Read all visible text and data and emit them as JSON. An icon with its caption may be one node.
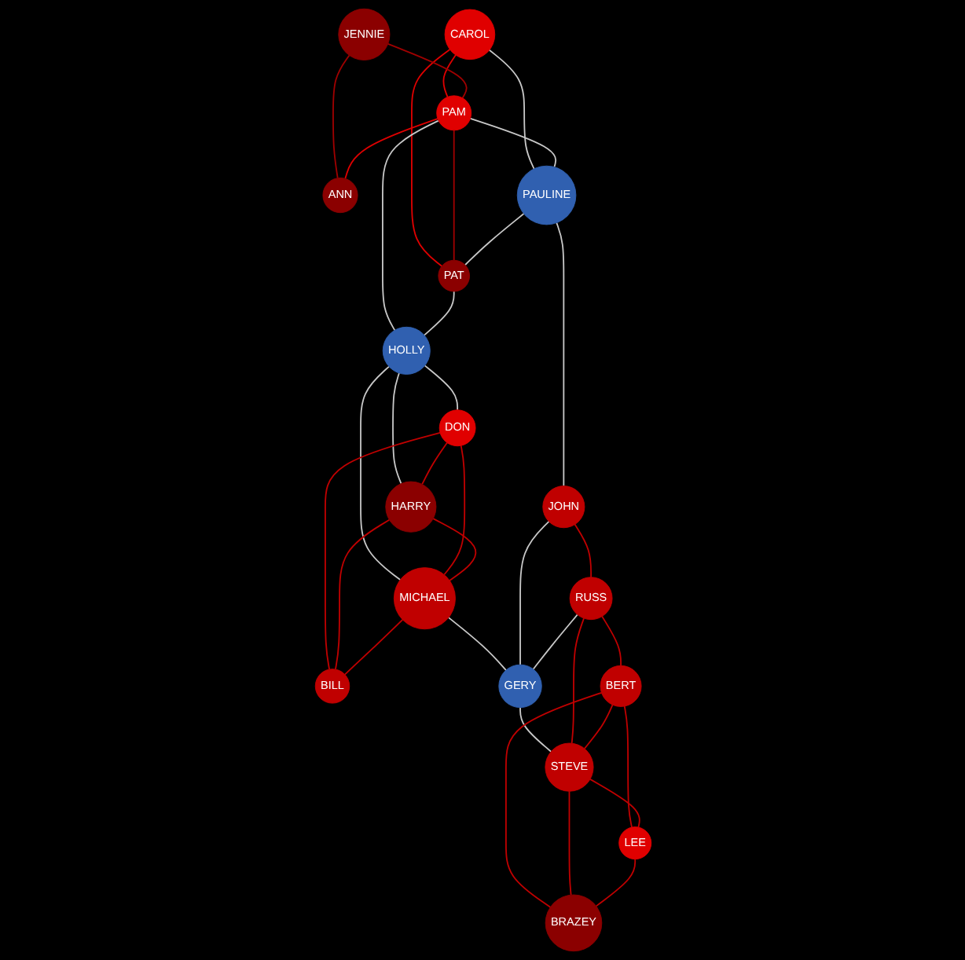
{
  "diagram": {
    "nodes": [
      {
        "text": [
          "CAROL"
        ]
      },
      {
        "text": [
          "JENNIE"
        ]
      },
      {
        "text": [
          "PAM"
        ]
      },
      {
        "text": [
          "ANN"
        ]
      },
      {
        "text": [
          "PAULINE"
        ]
      },
      {
        "text": [
          "PAT"
        ]
      },
      {
        "text": [
          "HOLLY"
        ]
      },
      {
        "text": [
          "DON"
        ]
      },
      {
        "text": [
          "JOHN"
        ]
      },
      {
        "text": [
          "HARRY"
        ]
      },
      {
        "text": [
          "MICHAEL"
        ]
      },
      {
        "text": [
          "BILL"
        ]
      },
      {
        "text": [
          "GERY"
        ]
      },
      {
        "text": [
          "RUSS"
        ]
      },
      {
        "text": [
          "STEVE"
        ]
      },
      {
        "text": [
          "BERT"
        ]
      },
      {
        "text": [
          "LEE"
        ]
      },
      {
        "text": [
          "BRAZEY"
        ]
      }
    ],
    "edges": [
      {
        "from": 0,
        "to": 2,
        "arrow": "none",
        "color": "#e00000"
      },
      {
        "from": 0,
        "to": 5,
        "arrow": "none",
        "color": "#e00000"
      },
      {
        "from": 0,
        "to": 4,
        "arrow": "none",
        "color": "#c8c8c8"
      },
      {
        "from": 1,
        "to": 2,
        "arrow": "none",
        "color": "#a00000"
      },
      {
        "from": 1,
        "to": 3,
        "arrow": "none",
        "color": "#a00000"
      },
      {
        "from": 2,
        "to": 3,
        "arrow": "none",
        "color": "#e00000"
      },
      {
        "from": 2,
        "to": 4,
        "arrow": "none",
        "color": "#c8c8c8"
      },
      {
        "from": 2,
        "to": 5,
        "arrow": "none",
        "color": "#a00000"
      },
      {
        "from": 2,
        "to": 6,
        "arrow": "none",
        "color": "#c8c8c8"
      },
      {
        "from": 4,
        "to": 5,
        "arrow": "none",
        "color": "#c8c8c8"
      },
      {
        "from": 5,
        "to": 6,
        "arrow": "none",
        "color": "#c8c8c8"
      },
      {
        "from": 4,
        "to": 8,
        "arrow": "none",
        "color": "#c8c8c8"
      },
      {
        "from": 6,
        "to": 7,
        "arrow": "none",
        "color": "#c8c8c8"
      },
      {
        "from": 6,
        "to": 9,
        "arrow": "none",
        "color": "#c8c8c8"
      },
      {
        "from": 6,
        "to": 10,
        "arrow": "none",
        "color": "#c8c8c8"
      },
      {
        "from": 7,
        "to": 9,
        "arrow": "none"
      },
      {
        "from": 7,
        "to": 10,
        "arrow": "none"
      },
      {
        "from": 7,
        "to": 11,
        "arrow": "none"
      },
      {
        "from": 9,
        "to": 10,
        "arrow": "none"
      },
      {
        "from": 9,
        "to": 11,
        "arrow": "none"
      },
      {
        "from": 10,
        "to": 11,
        "arrow": "none"
      },
      {
        "from": 10,
        "to": 12,
        "arrow": "none",
        "color": "#c8c8c8"
      },
      {
        "from": 8,
        "to": 12,
        "arrow": "none",
        "color": "#c8c8c8"
      },
      {
        "from": 8,
        "to": 13,
        "arrow": "none"
      },
      {
        "from": 13,
        "to": 12,
        "arrow": "none",
        "color": "#c8c8c8"
      },
      {
        "from": 12,
        "to": 14,
        "arrow": "none",
        "color": "#c8c8c8"
      },
      {
        "from": 13,
        "to": 15,
        "arrow": "none"
      },
      {
        "from": 13,
        "to": 14,
        "arrow": "none"
      },
      {
        "from": 15,
        "to": 14,
        "arrow": "none"
      },
      {
        "from": 15,
        "to": 16,
        "arrow": "none"
      },
      {
        "from": 15,
        "to": 17,
        "arrow": "none"
      },
      {
        "from": 14,
        "to": 16,
        "arrow": "none"
      },
      {
        "from": 14,
        "to": 17,
        "arrow": "none"
      },
      {
        "from": 16,
        "to": 17,
        "arrow": "none"
      }
    ]
  }
}
